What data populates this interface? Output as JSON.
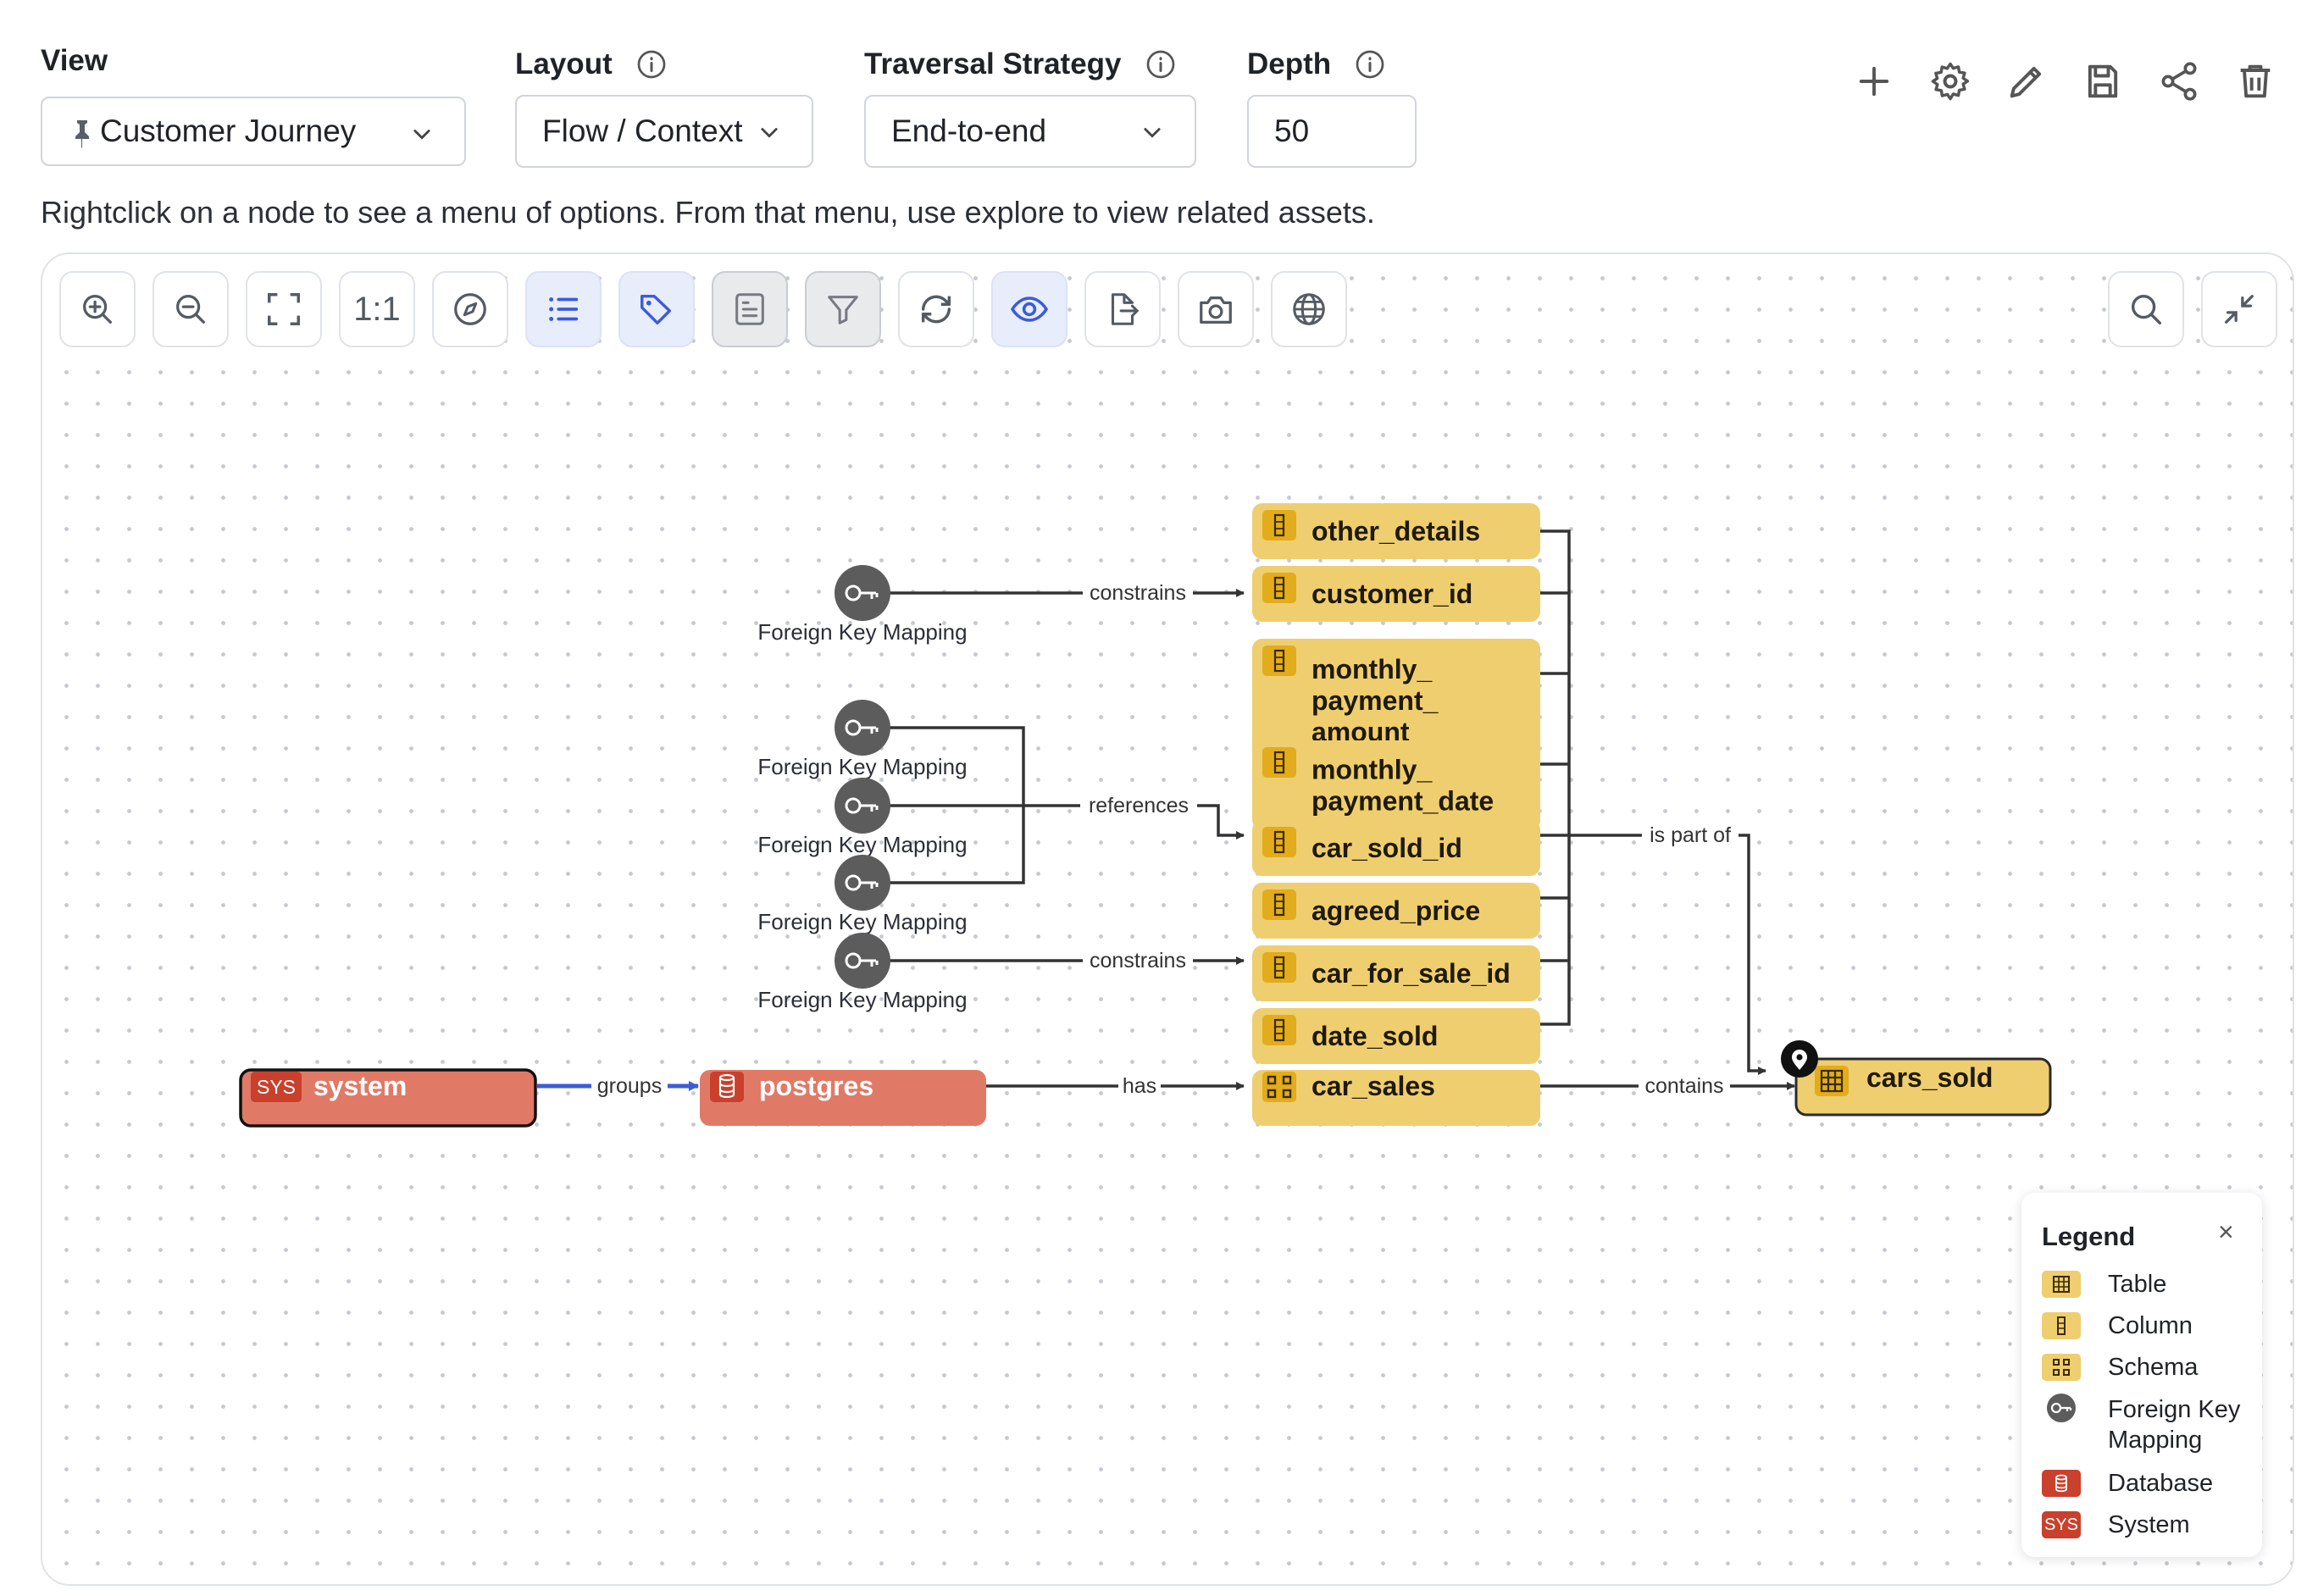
{
  "header": {
    "view_label": "View",
    "view_value": "Customer Journey",
    "layout_label": "Layout",
    "layout_value": "Flow / Context",
    "traversal_label": "Traversal Strategy",
    "traversal_value": "End-to-end",
    "depth_label": "Depth",
    "depth_value": "50",
    "actions": [
      "plus-icon",
      "gear-icon",
      "pencil-icon",
      "save-icon",
      "share-icon",
      "trash-icon"
    ]
  },
  "hint": "Rightclick on a node to see a menu of options. From that menu, use explore to view related assets.",
  "toolbar": {
    "buttons": [
      "zoom-in-icon",
      "zoom-out-icon",
      "fit-screen-icon",
      "actual-size-button",
      "compass-icon",
      "list-icon",
      "tag-icon",
      "details-icon",
      "filter-icon",
      "refresh-icon",
      "eye-icon",
      "export-icon",
      "camera-icon",
      "globe-icon"
    ],
    "actual_size_label": "1:1",
    "right_buttons": [
      "search-icon",
      "collapse-icon"
    ]
  },
  "graph": {
    "columns": [
      "other_details",
      "customer_id",
      "monthly_ payment_ amount",
      "monthly_ payment_date",
      "car_sold_id",
      "agreed_price",
      "car_for_sale_id",
      "date_sold"
    ],
    "column_lines": [
      [
        "other_details"
      ],
      [
        "customer_id"
      ],
      [
        "monthly_",
        "payment_",
        "amount"
      ],
      [
        "monthly_",
        "payment_date"
      ],
      [
        "car_sold_id"
      ],
      [
        "agreed_price"
      ],
      [
        "car_for_sale_id"
      ],
      [
        "date_sold"
      ]
    ],
    "fk_label": "Foreign Key Mapping",
    "fk_count": 5,
    "schema": "car_sales",
    "table": "cars_sold",
    "database": "postgres",
    "system": "system",
    "system_badge": "SYS",
    "edges": {
      "constrains": "constrains",
      "references": "references",
      "is_part_of": "is part of",
      "groups": "groups",
      "has": "has",
      "contains": "contains"
    }
  },
  "legend": {
    "title": "Legend",
    "close": "×",
    "items": [
      "Table",
      "Column",
      "Schema",
      "Foreign Key Mapping",
      "Database",
      "System"
    ],
    "system_badge": "SYS"
  },
  "colors": {
    "asset_yellow": "#efce6f",
    "asset_icon": "#e2ac1c",
    "database_red": "#e07a66",
    "system_badge": "#c9402c",
    "fk_gray": "#5c5c5c",
    "accent_blue": "#3d5bd9"
  }
}
